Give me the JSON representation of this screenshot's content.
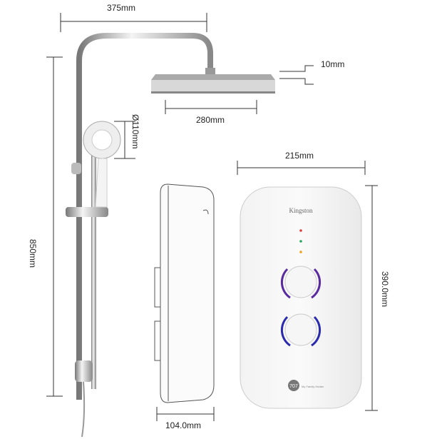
{
  "dimensions": {
    "rail_width": "375mm",
    "head_thickness": "10mm",
    "head_width": "280mm",
    "handheld_diameter": "Ø110mm",
    "total_height": "850mm",
    "heater_width": "215mm",
    "heater_height": "390.0mm",
    "heater_depth": "104.0mm"
  },
  "heater": {
    "brand": "Kingston",
    "badge_number": "707",
    "badge_text": "My Family Heater",
    "indicator_colors": [
      "#e04040",
      "#2aa860",
      "#f0a020"
    ],
    "dial_colors": [
      "#5a2aa0",
      "#2a2ab0"
    ]
  }
}
